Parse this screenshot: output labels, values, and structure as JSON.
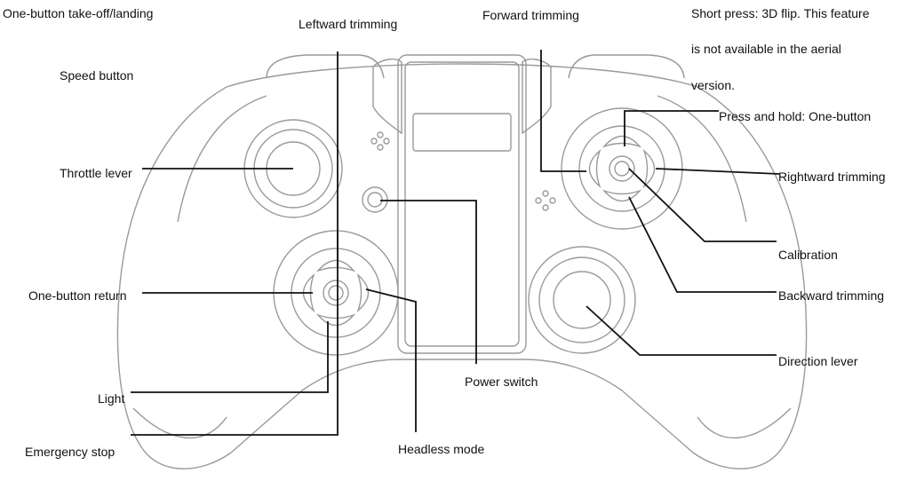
{
  "labels": {
    "takeoff_landing": "One-button take-off/landing",
    "leftward_trimming": "Leftward trimming",
    "forward_trimming": "Forward trimming",
    "flip_note": {
      "line1": "Short press: 3D flip. This feature",
      "line2": "is not available in the aerial",
      "line3": "version.",
      "line4": "Press and hold: One-button"
    },
    "speed_button": "Speed button",
    "throttle_lever": "Throttle lever",
    "rightward_trimming": "Rightward trimming",
    "calibration": "Calibration",
    "one_button_return": "One-button return",
    "backward_trimming": "Backward trimming",
    "direction_lever": "Direction lever",
    "power_switch": "Power switch",
    "light": "Light",
    "headless_mode": "Headless mode",
    "emergency_stop": "Emergency stop"
  },
  "colors": {
    "outline": "#9a9a9a",
    "leader": "#111111"
  }
}
